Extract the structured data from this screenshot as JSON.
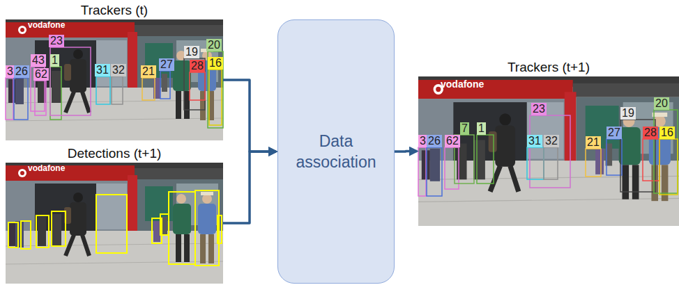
{
  "diagram": {
    "nodes": [
      {
        "text": [
          "Trackers (t)"
        ]
      },
      {
        "text": [
          "3"
        ],
        "in": 0
      },
      {
        "text": [
          "26"
        ],
        "in": 0
      },
      {
        "text": [
          "43"
        ],
        "in": 0
      },
      {
        "text": [
          "62"
        ],
        "in": 0
      },
      {
        "text": [
          "1"
        ],
        "in": 0
      },
      {
        "text": [
          "23"
        ],
        "in": 0
      },
      {
        "text": [
          "31"
        ],
        "in": 0
      },
      {
        "text": [
          "32"
        ],
        "in": 0
      },
      {
        "text": [
          "21"
        ],
        "in": 0
      },
      {
        "text": [
          "27"
        ],
        "in": 0
      },
      {
        "text": [
          "19"
        ],
        "in": 0
      },
      {
        "text": [
          "28"
        ],
        "in": 0
      },
      {
        "text": [
          "20"
        ],
        "in": 0
      },
      {
        "text": [
          "16"
        ],
        "in": 0
      },
      {
        "text": [
          "Detections (t+1)"
        ]
      },
      {
        "text": [
          "Data association"
        ]
      },
      {
        "text": [
          "Trackers (t+1)"
        ]
      },
      {
        "text": [
          "3"
        ],
        "in": 17
      },
      {
        "text": [
          "26"
        ],
        "in": 17
      },
      {
        "text": [
          "62"
        ],
        "in": 17
      },
      {
        "text": [
          "7"
        ],
        "in": 17
      },
      {
        "text": [
          "1"
        ],
        "in": 17
      },
      {
        "text": [
          "23"
        ],
        "in": 17
      },
      {
        "text": [
          "31"
        ],
        "in": 17
      },
      {
        "text": [
          "32"
        ],
        "in": 17
      },
      {
        "text": [
          "21"
        ],
        "in": 17
      },
      {
        "text": [
          "27"
        ],
        "in": 17
      },
      {
        "text": [
          "19"
        ],
        "in": 17
      },
      {
        "text": [
          "28"
        ],
        "in": 17
      },
      {
        "text": [
          "20"
        ],
        "in": 17
      },
      {
        "text": [
          "16"
        ],
        "in": 17
      }
    ],
    "edges": [
      {
        "from": 0,
        "to": 16,
        "arrow": "to"
      },
      {
        "from": 15,
        "to": 16,
        "arrow": "to"
      },
      {
        "from": 16,
        "to": 17,
        "arrow": "to"
      }
    ],
    "labels": [
      "vodafone",
      "vodafone",
      "vodafone"
    ]
  }
}
